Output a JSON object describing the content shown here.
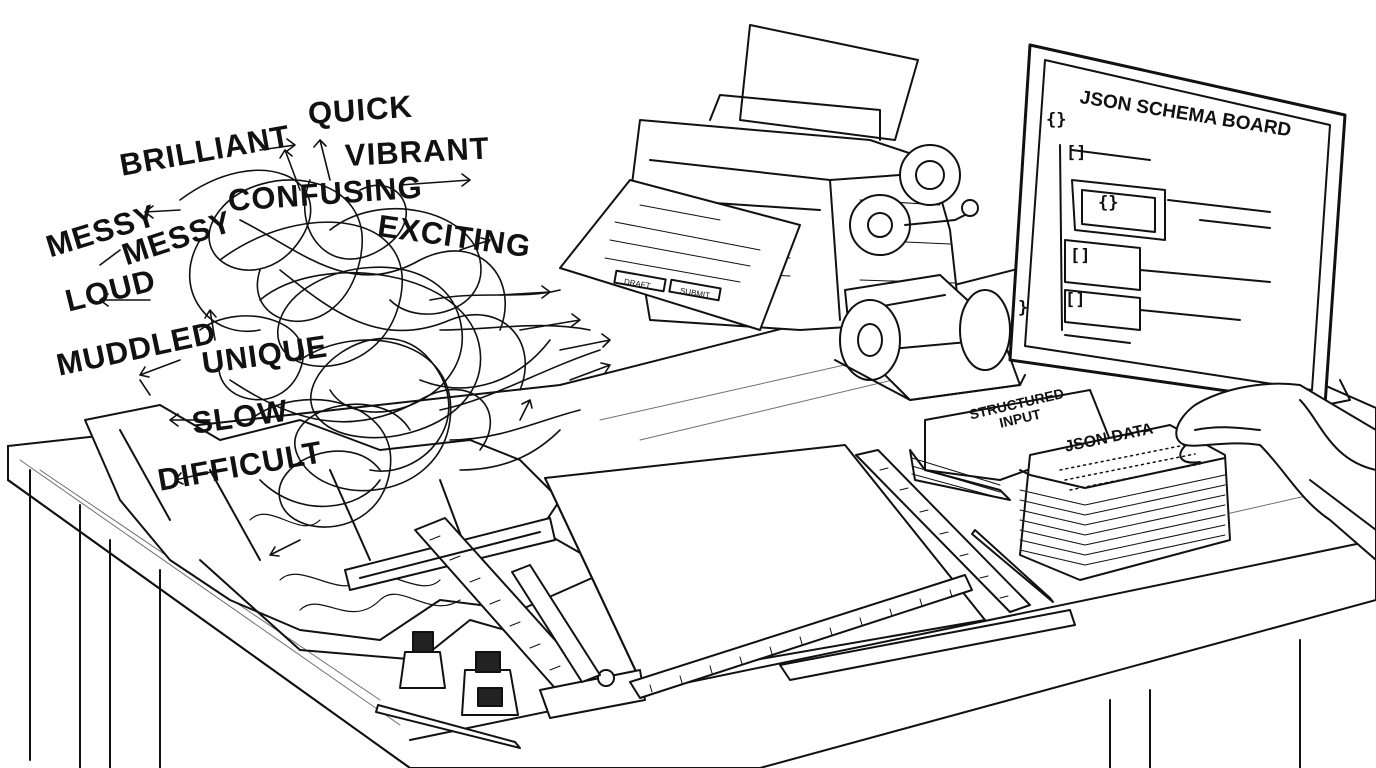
{
  "words": {
    "quick": "QUICK",
    "brilliant": "BRILLIANT",
    "vibrant": "VIBRANT",
    "messy_1": "MESSY",
    "confusing": "CONFUSING",
    "exciting": "EXCITING",
    "messy_2": "MESSY",
    "loud": "LOUD",
    "muddled": "MUDDLED",
    "unique": "UNIQUE",
    "slow": "SLOW",
    "difficult": "DIFFICULT"
  },
  "board": {
    "title": "JSON SCHEMA BOARD",
    "braces_open": "{}",
    "braces_nested": "{}",
    "bracket_1": "[]",
    "bracket_2": "[]",
    "bracket_3": "[]",
    "brace_close": "}"
  },
  "cards": {
    "structured_input": "STRUCTURED INPUT",
    "json_data": "JSON DATA"
  },
  "form_buttons": [
    "DRAFT",
    "SUBMIT"
  ],
  "style": {
    "ink": "#111111",
    "paper": "#ffffff"
  }
}
